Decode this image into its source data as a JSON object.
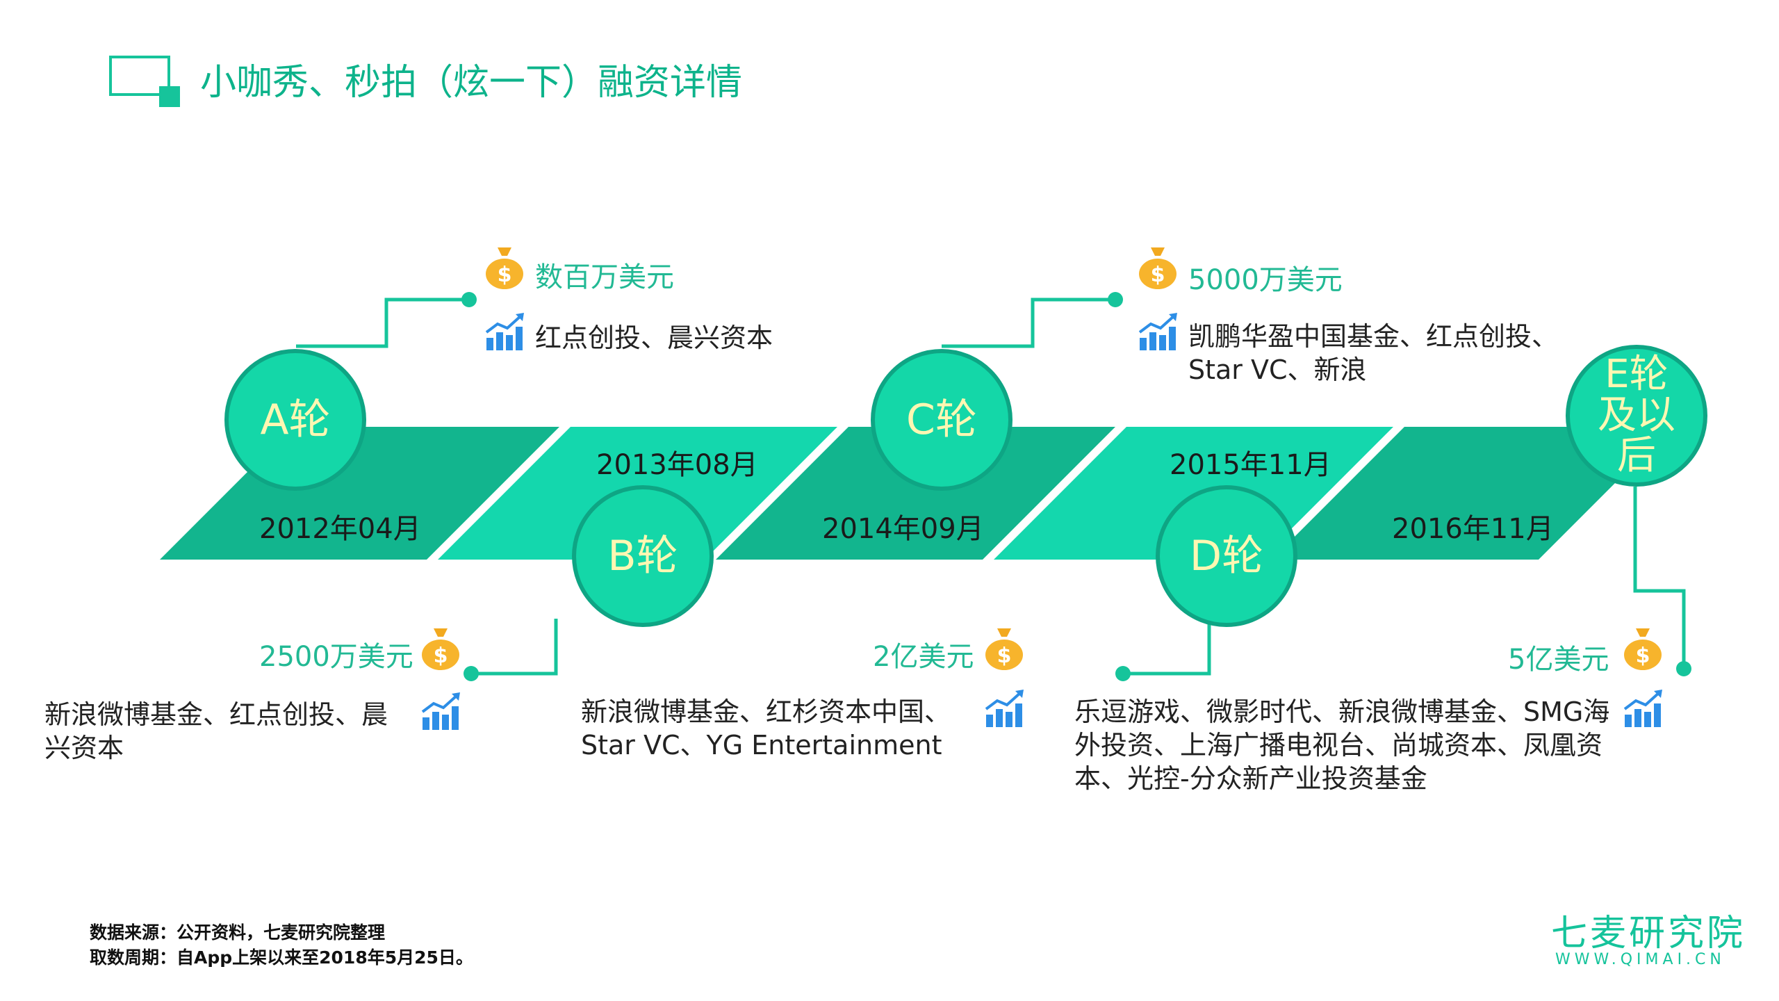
{
  "title": "小咖秀、秒拍（炫一下）融资详情",
  "accent_color": "#16c49b",
  "rounds": [
    {
      "label": "A轮",
      "date": "2012年04月",
      "amount": "数百万美元",
      "investors": "红点创投、晨兴资本"
    },
    {
      "label": "B轮",
      "date": "2013年08月",
      "amount": "2500万美元",
      "investors": "新浪微博基金、红点创投、晨兴资本"
    },
    {
      "label": "C轮",
      "date": "2014年09月",
      "amount": "2亿美元",
      "investors": "新浪微博基金、红杉资本中国、Star VC、YG Entertainment"
    },
    {
      "label": "D轮",
      "date": "2015年11月",
      "amount": "5000万美元",
      "investors": "凯鹏华盈中国基金、红点创投、Star VC、新浪"
    },
    {
      "label": "E轮及以后",
      "date": "2016年11月",
      "amount": "5亿美元",
      "investors": "乐逗游戏、微影时代、新浪微博基金、SMG海外投资、上海广播电视台、尚城资本、凤凰资本、光控-分众新产业投资基金"
    }
  ],
  "footer": {
    "source": "数据来源：公开资料，七麦研究院整理",
    "period": "取数周期：自App上架以来至2018年5月25日。"
  },
  "brand": {
    "name": "七麦研究院",
    "url": "WWW.QIMAI.CN"
  },
  "icons": {
    "money": "money-bag-icon",
    "growth": "growth-chart-icon"
  }
}
